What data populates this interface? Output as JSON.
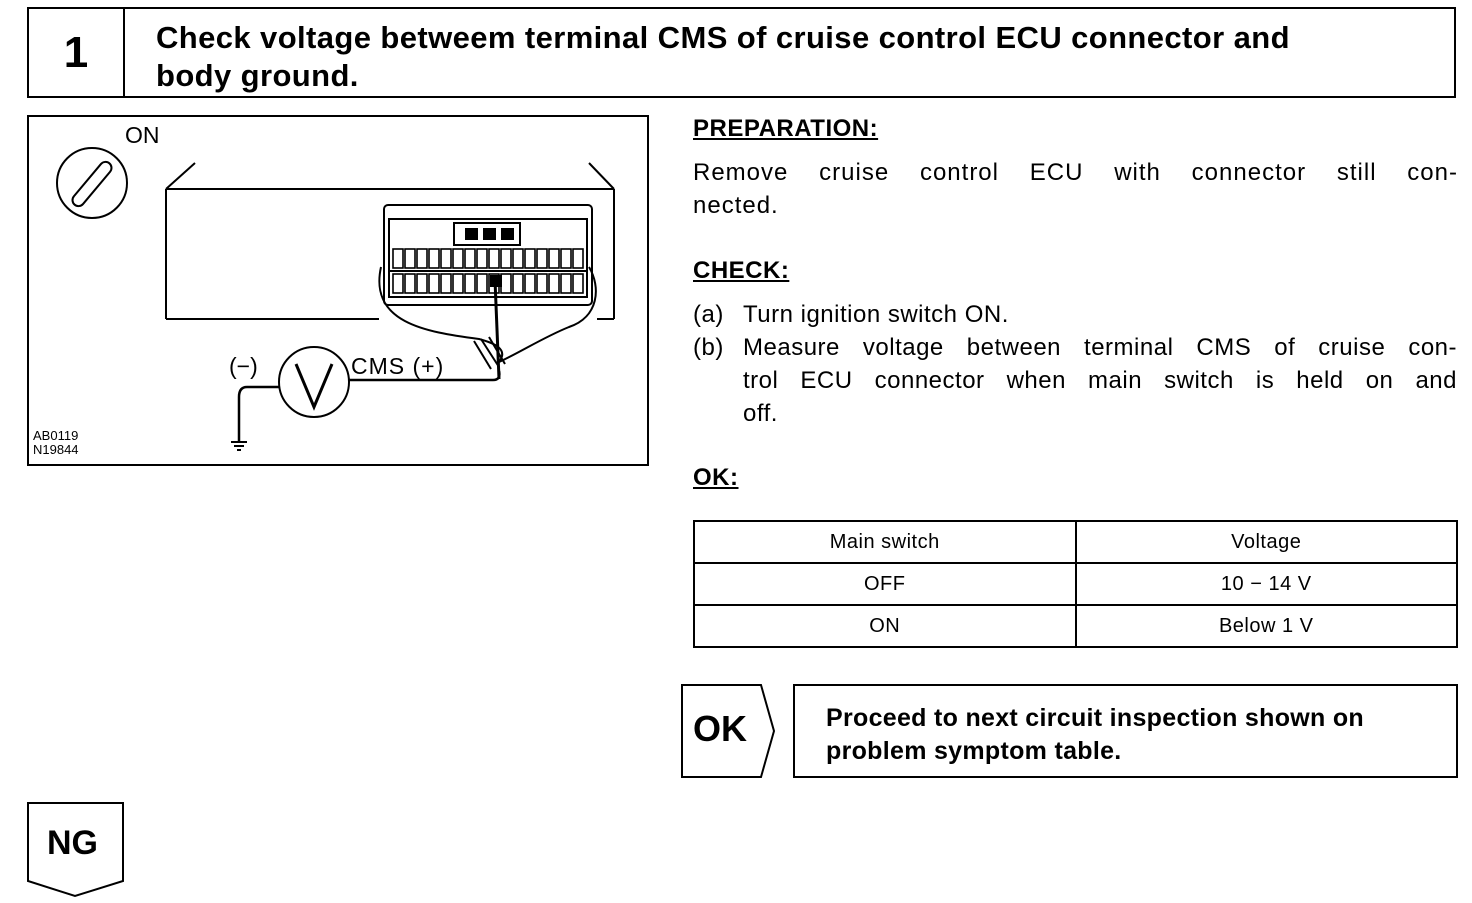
{
  "step": {
    "number": "1",
    "title_line1": "Check voltage betweem terminal CMS of cruise control ECU connector and",
    "title_line2": "body ground."
  },
  "figure": {
    "switch_label": "ON",
    "minus_label": "(−)",
    "cms_label": "CMS (+)",
    "code1": "AB0119",
    "code2": "N19844"
  },
  "preparation": {
    "heading": "PREPARATION:",
    "line1": "Remove cruise control ECU with connector still con-",
    "line2": "nected."
  },
  "check": {
    "heading": "CHECK:",
    "a_mark": "(a)",
    "a_text": "Turn ignition switch ON.",
    "b_mark": "(b)",
    "b_line1": "Measure voltage between terminal CMS of cruise con-",
    "b_line2": "trol ECU connector when main switch is held on and",
    "b_line3": "off."
  },
  "ok_spec": {
    "heading": "OK:",
    "headers": [
      "Main switch",
      "Voltage"
    ],
    "rows": [
      [
        "OFF",
        "10 − 14 V"
      ],
      [
        "ON",
        "Below 1 V"
      ]
    ]
  },
  "ok_result": {
    "label": "OK",
    "line1": "Proceed to next circuit inspection shown on",
    "line2": "problem symptom table."
  },
  "ng": {
    "label": "NG"
  }
}
